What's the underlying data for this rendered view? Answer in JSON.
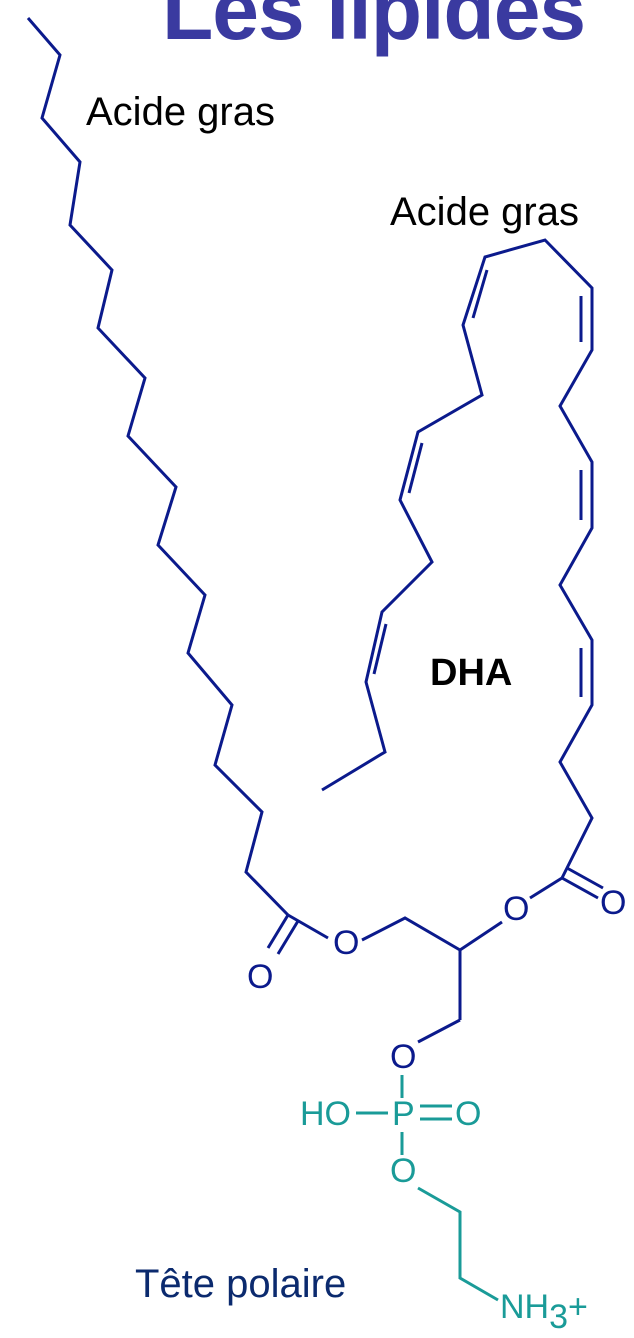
{
  "title": "Les lipides",
  "labels": {
    "fatty_acid_1": "Acide gras",
    "fatty_acid_2": "Acide gras",
    "dha": "DHA",
    "polar_head": "Tête polaire"
  },
  "atoms": {
    "ester_o_left": "O",
    "carbonyl_o_left": "O",
    "ester_o_right": "O",
    "carbonyl_o_right": "O",
    "phosphate_o_top": "O",
    "hydroxyl": "HO",
    "phosphorus": "P",
    "phosphoryl_o": "O",
    "phosphate_o_bottom": "O",
    "amine_nh": "NH",
    "amine_sub": "3",
    "amine_charge": "+"
  },
  "colors": {
    "backbone": "#0b1a8c",
    "polar_head": "#1a9b98",
    "title": "#3a3aa0",
    "label_text": "#000000",
    "polar_label": "#0b2a6e"
  }
}
